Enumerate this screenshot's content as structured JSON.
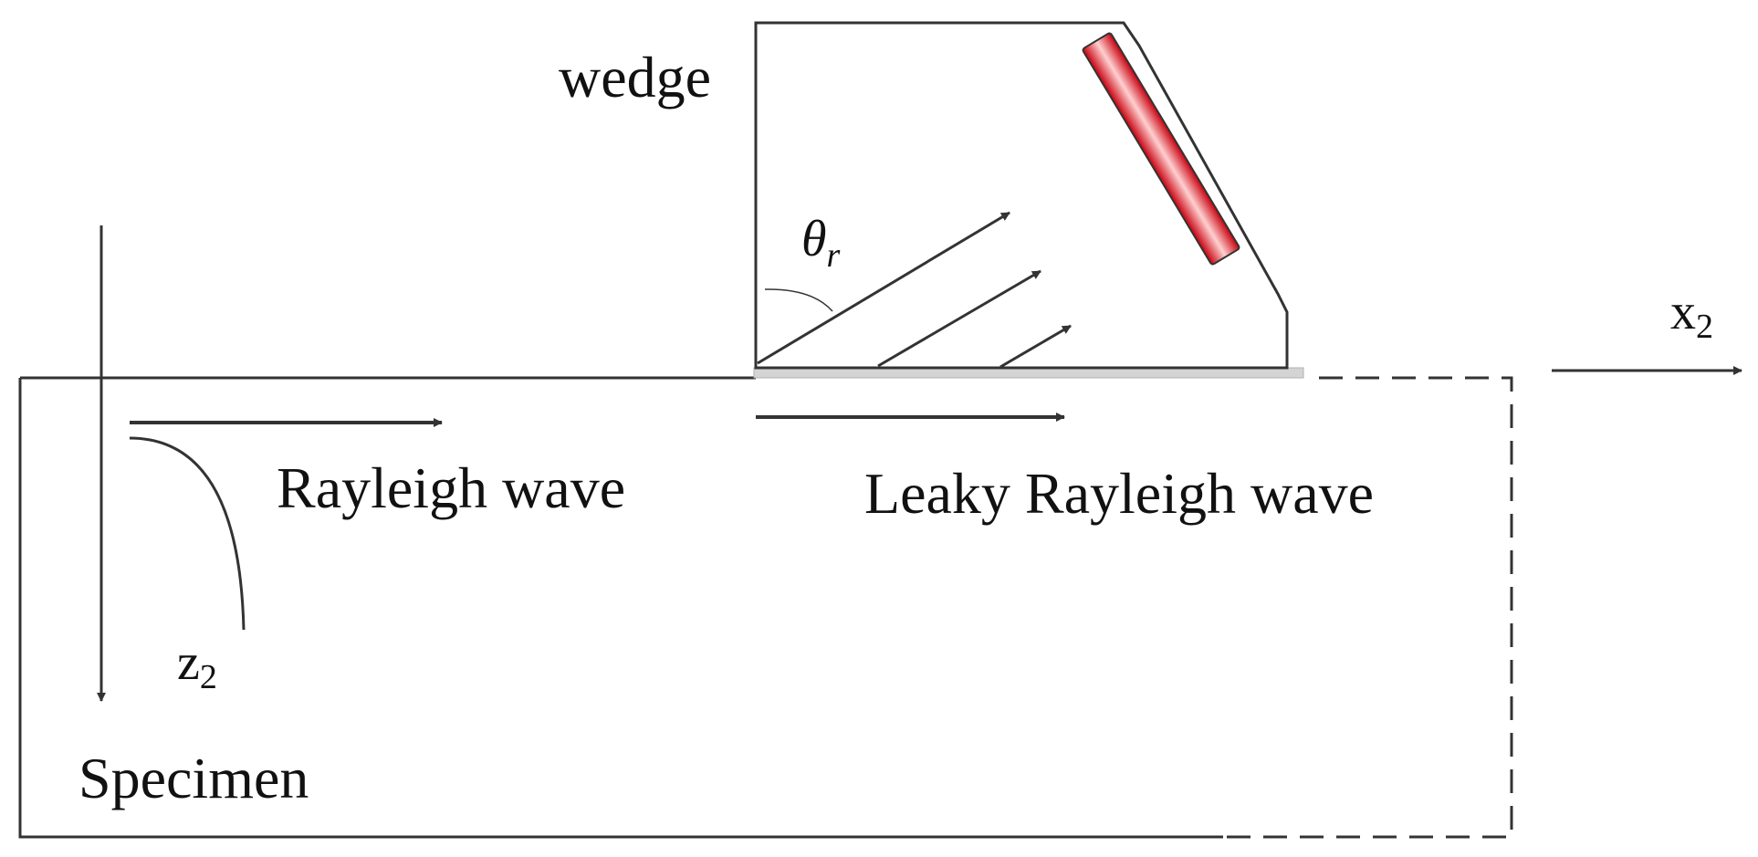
{
  "labels": {
    "wedge": "wedge",
    "theta_symbol": "θ",
    "theta_subscript": "r",
    "axis_x": "x",
    "axis_x_subscript": "2",
    "axis_z": "z",
    "axis_z_subscript": "2",
    "rayleigh_wave": "Rayleigh wave",
    "leaky_rayleigh_wave": "Leaky Rayleigh wave",
    "specimen": "Specimen"
  },
  "colors": {
    "line": "#333333",
    "transducer": "#e8101c",
    "transducer_highlight": "#ffd0d0",
    "couplant": "#d4d4d4"
  }
}
